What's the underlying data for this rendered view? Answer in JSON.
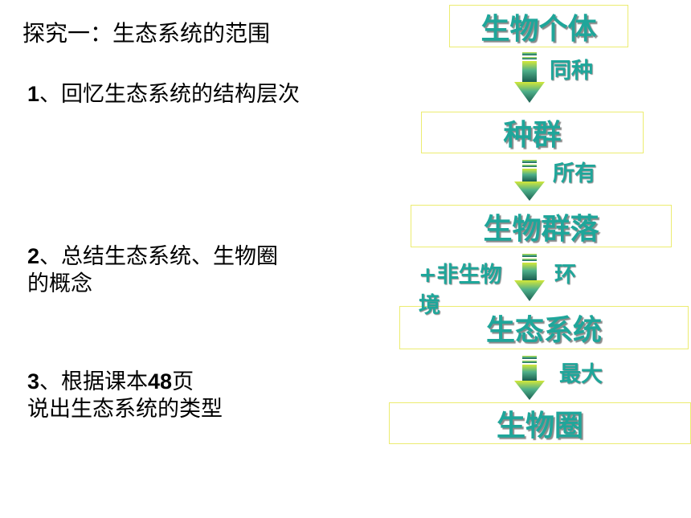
{
  "title": "探究一：生态系统的范围",
  "points": [
    {
      "num": "1",
      "text": "、回忆生态系统的结构层次"
    },
    {
      "num": "2",
      "line1": "、总结生态系统、生物圈",
      "line2": "的概念"
    },
    {
      "num": "3",
      "line1_a": "、根据课本",
      "line1_num": "48",
      "line1_b": "页",
      "line2": "说出生态系统的类型"
    }
  ],
  "hierarchy": {
    "levels": [
      "生物个体",
      "种群",
      "生物群落",
      "生态系统",
      "生物圈"
    ],
    "connectors": [
      "同种",
      "所有",
      "+非生物",
      "环",
      "境",
      "最大"
    ]
  },
  "colors": {
    "level_text": "#1fa69a",
    "box_border": "#ecec70",
    "arrow_top": "#c8e030",
    "arrow_bottom": "#1a6b5a"
  }
}
